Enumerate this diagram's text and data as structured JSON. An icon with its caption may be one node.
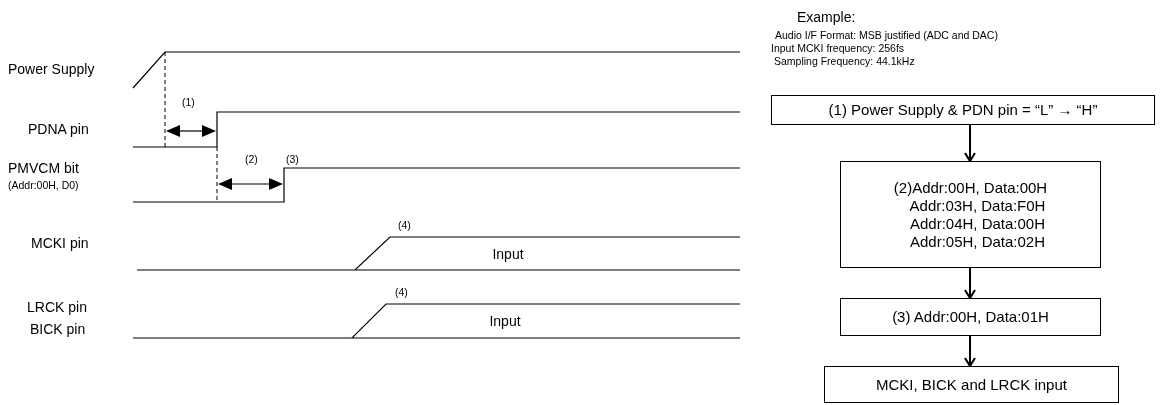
{
  "diagram": {
    "nodes": [
      {
        "text": [
          "(1) Power Supply & PDN pin = “L” → “H”"
        ]
      },
      {
        "text": [
          "(2)Addr:00H, Data:00H",
          "Addr:03H, Data:F0H",
          "Addr:04H, Data:00H",
          "Addr:05H, Data:02H"
        ]
      },
      {
        "text": [
          "(3) Addr:00H, Data:01H"
        ]
      },
      {
        "text": [
          "MCKI, BICK and LRCK input"
        ]
      }
    ],
    "edges": [
      {
        "from": 0,
        "to": 1,
        "arrow": "to"
      },
      {
        "from": 1,
        "to": 2,
        "arrow": "to"
      },
      {
        "from": 2,
        "to": 3,
        "arrow": "to"
      }
    ],
    "labels": [
      "Example:",
      "Audio I/F Format: MSB justified (ADC and DAC)",
      "Input MCKI frequency: 256fs",
      "Sampling Frequency: 44.1kHz",
      "Power Supply",
      "(1)",
      "PDNA pin",
      "(2)",
      "(3)",
      "PMVCM bit",
      "(Addr:00H, D0)",
      "(4)",
      "MCKI pin",
      "Input",
      "(4)",
      "LRCK pin",
      "BICK pin",
      "Input"
    ]
  }
}
